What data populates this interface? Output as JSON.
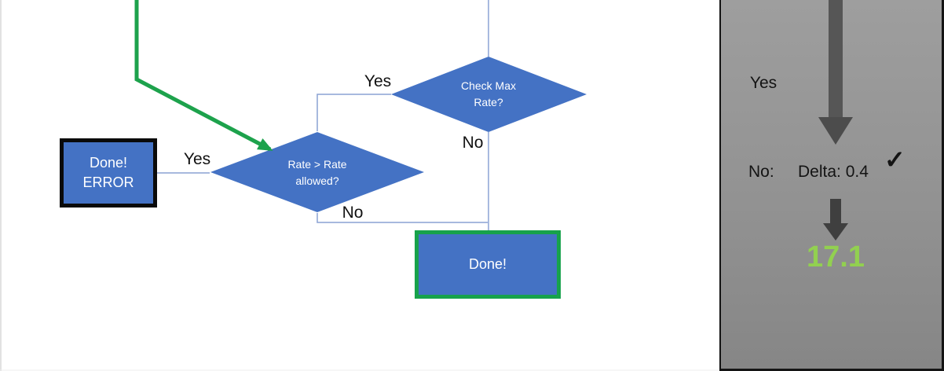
{
  "flowchart": {
    "nodes": {
      "check_max_rate": {
        "line1": "Check Max",
        "line2": "Rate?"
      },
      "rate_allowed": {
        "line1": "Rate > Rate",
        "line2": "allowed?"
      },
      "done_error": {
        "line1": "Done!",
        "line2": "ERROR"
      },
      "done": {
        "label": "Done!"
      }
    },
    "edge_labels": {
      "check_max_yes": "Yes",
      "check_max_no": "No",
      "rate_yes": "Yes",
      "rate_no": "No"
    }
  },
  "side_panel": {
    "yes_label": "Yes",
    "no_label": "No:",
    "delta_value": "Delta: 0.4",
    "checkmark": "✓",
    "result_value": "17.1"
  },
  "colors": {
    "node_blue": "#4472c4",
    "connector_blue": "#8aa2d4",
    "accent_green": "#17a24b",
    "result_green": "#92d050",
    "panel_gray": "#8e8e8e",
    "arrow_dark_gray": "#515151",
    "text_white": "#ffffff",
    "text_black": "#141414"
  }
}
